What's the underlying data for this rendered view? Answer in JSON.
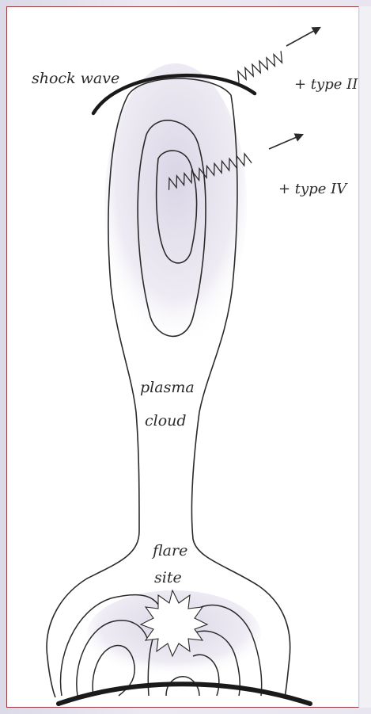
{
  "figure": {
    "labels": {
      "shock_wave": "shock wave",
      "type_ii": "+ type II",
      "type_iv": "+ type IV",
      "plasma": "plasma",
      "cloud": "cloud",
      "flare": "flare",
      "site": "site"
    },
    "colors": {
      "frame_border": "#d42020",
      "ink": "#2a2a2a",
      "shading": "#c9c3d8"
    }
  }
}
